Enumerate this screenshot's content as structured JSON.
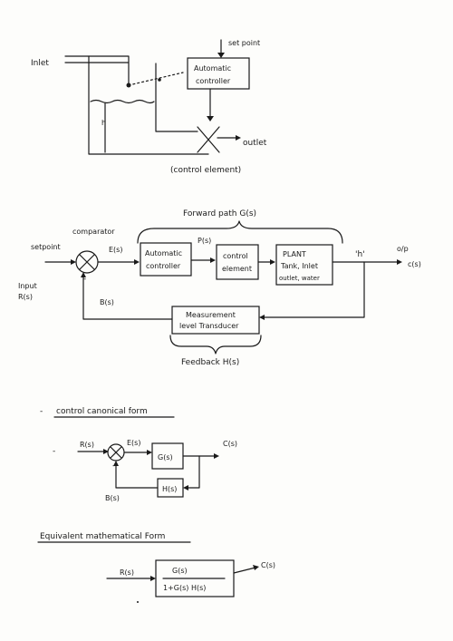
{
  "diagram1": {
    "inlet": "Inlet",
    "set_point": "set point",
    "controller_line1": "Automatic",
    "controller_line2": "controller",
    "level": "h",
    "outlet": "outlet",
    "element": "(control element)"
  },
  "diagram2": {
    "forward_path": "Forward path G(s)",
    "setpoint": "setpoint",
    "comparator": "comparator",
    "input_line1": "Input",
    "input_line2": "R(s)",
    "error": "E(s)",
    "minus": "-",
    "p_signal": "P(s)",
    "controller_line1": "Automatic",
    "controller_line2": "controller",
    "element_line1": "control",
    "element_line2": "element",
    "plant_line1": "PLANT",
    "plant_line2": "Tank, Inlet",
    "plant_line3": "outlet, water",
    "h": "'h'",
    "output_line1": "o/p",
    "output_line2": "c(s)",
    "feedback_signal": "B(s)",
    "measure_line1": "Measurement",
    "measure_line2": "level Transducer",
    "feedback": "Feedback H(s)"
  },
  "section_canonical": {
    "bullet": "-",
    "title": "control canonical form",
    "bullet2": "-",
    "r": "R(s)",
    "e": "E(s)",
    "minus": "-",
    "g": "G(s)",
    "c": "C(s)",
    "h": "H(s)",
    "b": "B(s)"
  },
  "section_equivalent": {
    "title": "Equivalent mathematical Form",
    "r": "R(s)",
    "numerator": "G(s)",
    "denominator": "1+G(s) H(s)",
    "c": "C(s)"
  }
}
